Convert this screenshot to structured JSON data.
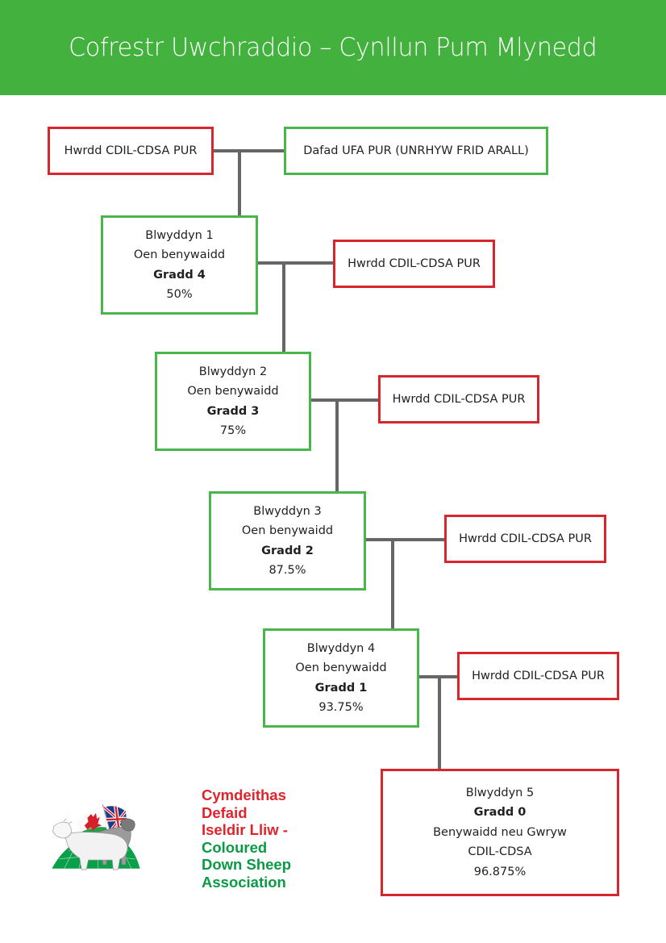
{
  "header": {
    "title": "Cofrestr Uwchraddio – Cynllun Pum Mlynedd",
    "background_color": "#43b13d"
  },
  "colors": {
    "ram_border": "#d7262e",
    "ewe_border": "#48b749",
    "connector": "#666666"
  },
  "parents": {
    "ram": "Hwrdd CDIL-CDSA PUR",
    "ewe": "Dafad UFA PUR (UNRHYW FRID ARALL)"
  },
  "generations": [
    {
      "year": "Blwyddyn 1",
      "type": "Oen benywaidd",
      "grade": "Gradd 4",
      "percent": "50%",
      "ram": "Hwrdd CDIL-CDSA PUR"
    },
    {
      "year": "Blwyddyn 2",
      "type": "Oen benywaidd",
      "grade": "Gradd 3",
      "percent": "75%",
      "ram": "Hwrdd CDIL-CDSA PUR"
    },
    {
      "year": "Blwyddyn 3",
      "type": "Oen benywaidd",
      "grade": "Gradd 2",
      "percent": "87.5%",
      "ram": "Hwrdd CDIL-CDSA PUR"
    },
    {
      "year": "Blwyddyn 4",
      "type": "Oen benywaidd",
      "grade": "Gradd 1",
      "percent": "93.75%",
      "ram": "Hwrdd CDIL-CDSA PUR"
    }
  ],
  "final": {
    "year": "Blwyddyn 5",
    "grade": "Gradd 0",
    "type": "Benywaidd neu Gwryw",
    "breed": "CDIL-CDSA",
    "percent": "96.875%"
  },
  "logo": {
    "lines_welsh": [
      "Cymdeithas",
      "Defaid",
      "Iseldir Lliw -"
    ],
    "lines_english": [
      "Coloured",
      "Down Sheep",
      "Association"
    ]
  }
}
